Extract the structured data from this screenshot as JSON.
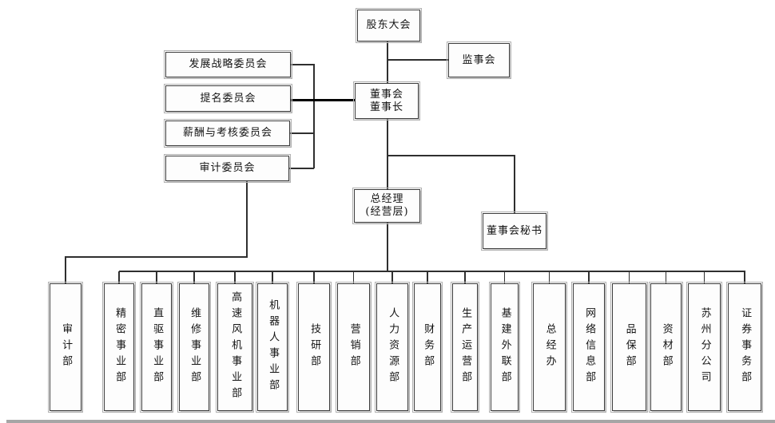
{
  "diagram": {
    "type": "org-chart",
    "nodes": {
      "shareholders_meeting": "股东大会",
      "supervisory_board": "监事会",
      "board_line1": "董事会",
      "board_line2": "董事长",
      "general_manager_line1": "总经理",
      "general_manager_line2": "(经营层)",
      "board_secretary": "董事会秘书"
    },
    "committees": [
      "发展战略委员会",
      "提名委员会",
      "薪酬与考核委员会",
      "审计委员会"
    ],
    "departments": [
      "审计部",
      "精密事业部",
      "直驱事业部",
      "维修事业部",
      "高速风机事业部",
      "机器人事业部",
      "技研部",
      "营销部",
      "人力资源部",
      "财务部",
      "生产运营部",
      "基建外联部",
      "总经办",
      "网络信息部",
      "品保部",
      "资材部",
      "苏州分公司",
      "证券事务部"
    ],
    "edge_colors": {
      "line": "#2f2f2f",
      "emphasis_line": "#000000",
      "node_border": "#3c3c3c",
      "node_outline": "#b0b0b0"
    }
  }
}
